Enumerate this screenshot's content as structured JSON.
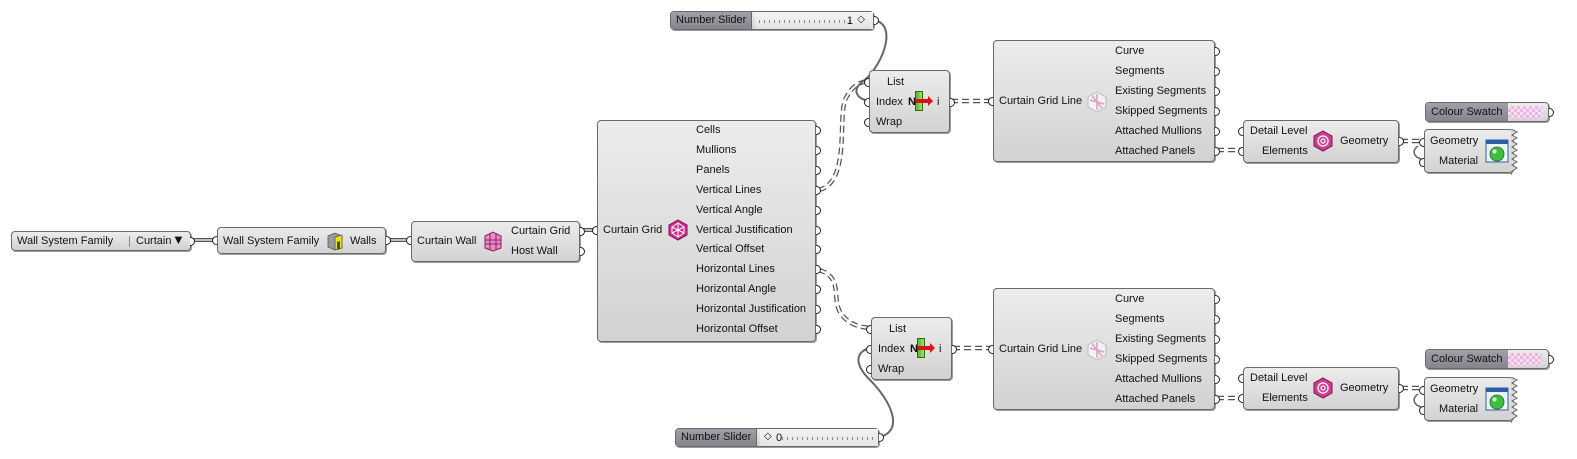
{
  "wall_family_picker": {
    "label": "Wall System Family",
    "value": "Curtain"
  },
  "wall_system_family": {
    "label": "Wall System Family",
    "output": "Walls"
  },
  "curtain_wall": {
    "input": "Curtain Wall",
    "outputs": [
      "Curtain Grid",
      "Host Wall"
    ]
  },
  "curtain_grid": {
    "input": "Curtain Grid",
    "outputs": [
      "Cells",
      "Mullions",
      "Panels",
      "Vertical Lines",
      "Vertical Angle",
      "Vertical Justification",
      "Vertical Offset",
      "Horizontal Lines",
      "Horizontal Angle",
      "Horizontal Justification",
      "Horizontal Offset"
    ]
  },
  "slider_top": {
    "label": "Number Slider",
    "value": "1"
  },
  "slider_bottom": {
    "label": "Number Slider",
    "value": "0"
  },
  "list_item_top": {
    "inputs": [
      "List",
      "Index",
      "Wrap"
    ],
    "output": "i",
    "glyph": "N"
  },
  "list_item_bottom": {
    "inputs": [
      "List",
      "Index",
      "Wrap"
    ],
    "output": "i",
    "glyph": "N"
  },
  "grid_line_top": {
    "input": "Curtain Grid Line",
    "outputs": [
      "Curve",
      "Segments",
      "Existing Segments",
      "Skipped Segments",
      "Attached Mullions",
      "Attached Panels"
    ]
  },
  "grid_line_bottom": {
    "input": "Curtain Grid Line",
    "outputs": [
      "Curve",
      "Segments",
      "Existing Segments",
      "Skipped Segments",
      "Attached Mullions",
      "Attached Panels"
    ]
  },
  "element_geometry_top": {
    "inputs": [
      "Detail Level",
      "Elements"
    ],
    "output": "Geometry"
  },
  "element_geometry_bottom": {
    "inputs": [
      "Detail Level",
      "Elements"
    ],
    "output": "Geometry"
  },
  "swatch_top": {
    "label": "Colour Swatch"
  },
  "swatch_bottom": {
    "label": "Colour Swatch"
  },
  "preview_top": {
    "inputs": [
      "Geometry",
      "Material"
    ]
  },
  "preview_bottom": {
    "inputs": [
      "Geometry",
      "Material"
    ]
  },
  "colors": {
    "canvas": "#ffffff",
    "node": "#dcdcdc",
    "wire": "#666666",
    "revit_icon": "#d13c8c"
  },
  "icons": {
    "wall_family": "wall-icon",
    "curtain_wall": "curtain-wall-icon",
    "curtain_grid": "curtain-grid-icon",
    "list_item": "list-item-icon",
    "grid_line": "grid-line-icon",
    "element_geometry": "element-geometry-icon",
    "preview": "custom-preview-icon"
  }
}
